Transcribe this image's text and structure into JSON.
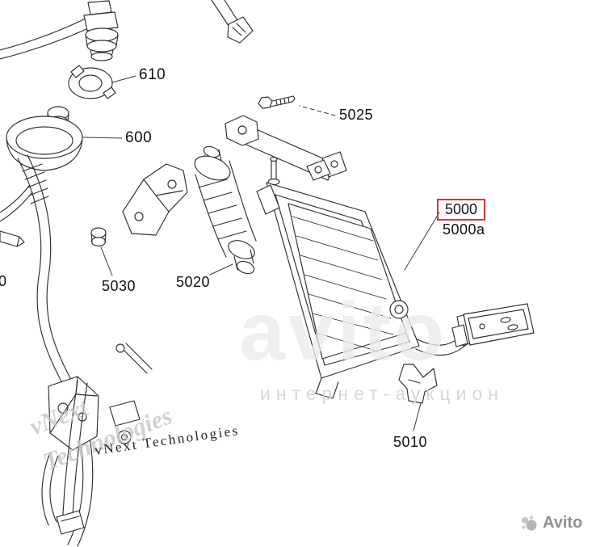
{
  "part_labels": {
    "p610": "610",
    "p600": "600",
    "p5025": "5025",
    "p5000": "5000",
    "p5000a": "5000a",
    "p5030": "5030",
    "p5020": "5020",
    "p5010": "5010",
    "p_left_partial": "0"
  },
  "watermarks": {
    "vnext_line1": "vNext",
    "vnext_line2": "Technologies",
    "vnext_inline": "vNext Technologies",
    "auction_text": "интернет-аукцион",
    "big_faint": "avito"
  },
  "branding": {
    "logo_text": "Avito"
  },
  "colors": {
    "highlight": "#e03131",
    "line": "#2e2e2e",
    "watermark_gray": "#c6c6c6"
  }
}
